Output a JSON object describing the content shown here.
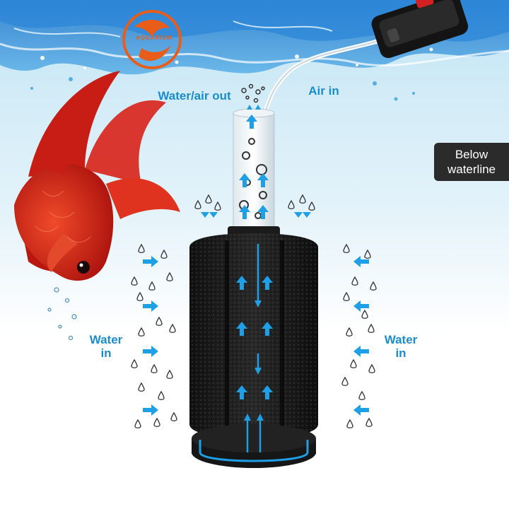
{
  "logo": {
    "text": "AQUARIUM",
    "icon": "fish-logo-icon",
    "color": "#e85d1a"
  },
  "labels": {
    "water_air_out": "Water/air out",
    "air_in": "Air in",
    "water_in_left_line1": "Water",
    "water_in_left_line2": "in",
    "water_in_right_line1": "Water",
    "water_in_right_line2": "in"
  },
  "badge": {
    "line1": "Below",
    "line2": "waterline"
  },
  "colors": {
    "label_blue": "#1a8ccc",
    "arrow_blue": "#1e9fe6",
    "sponge": "#1c1c1c",
    "fish_red": "#d8261c",
    "badge_bg": "#2b2b2b"
  }
}
